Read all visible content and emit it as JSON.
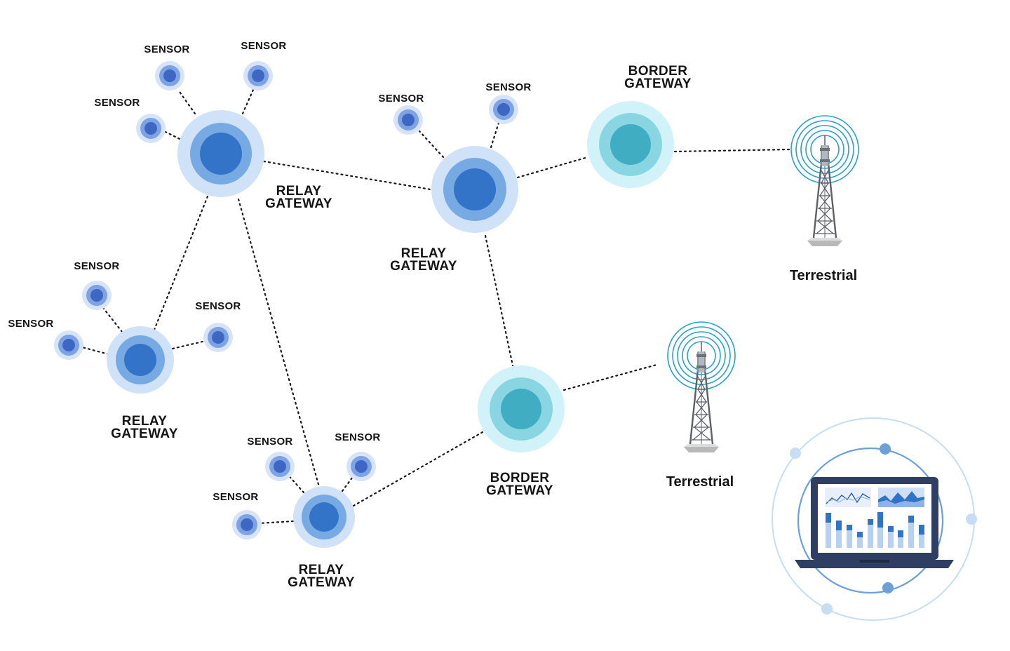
{
  "diagram": {
    "sensor_label": "SENSOR",
    "relay_label": [
      "RELAY",
      "GATEWAY"
    ],
    "border_label": [
      "BORDER",
      "GATEWAY"
    ],
    "terrestrial_label": "Terrestrial",
    "colors": {
      "relay_outer": "#cfe2f7",
      "relay_mid": "#77aae3",
      "relay_core": "#3474c8",
      "sensor_outer": "#d7e3f6",
      "sensor_mid": "#7ea3e4",
      "sensor_core": "#3e67c4",
      "border_outer": "#d1f2f8",
      "border_mid": "#89d6e2",
      "border_core": "#41adc3",
      "link": "#1a1a1a",
      "tower_waves": "#2aa0cd",
      "monitor_frame": "#2f3f63",
      "monitor_chart": "#2f74c6"
    }
  }
}
